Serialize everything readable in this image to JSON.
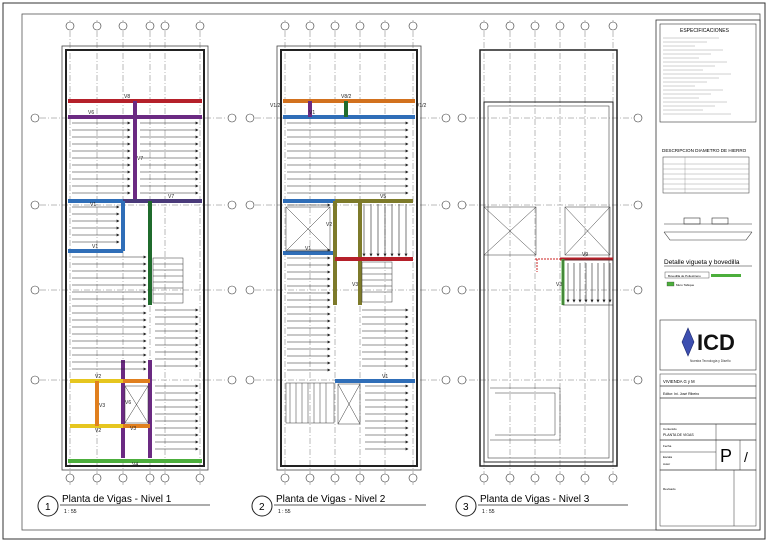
{
  "plans": [
    {
      "number": "1",
      "title": "Planta de Vigas - Nivel 1",
      "scale": "1 : 55"
    },
    {
      "number": "2",
      "title": "Planta de Vigas - Nivel 2",
      "scale": "1 : 55"
    },
    {
      "number": "3",
      "title": "Planta de Vigas - Nivel 3",
      "scale": "1 : 55"
    }
  ],
  "beam_labels": {
    "n1": [
      "V8",
      "V6",
      "V7",
      "V1",
      "V1",
      "V7",
      "V6",
      "V2",
      "V3",
      "V3",
      "V2",
      "V4"
    ],
    "n2": [
      "V8/2",
      "V1/2",
      "V1/2",
      "V1",
      "V1",
      "V5",
      "V2",
      "V3",
      "V1"
    ],
    "n3": [
      "V9",
      "V3"
    ]
  },
  "panel": {
    "specs_title": "ESPECIFICACIONES",
    "diam_title": "DESCRIPCION DIAMETRO DE HIERRO",
    "detail_title": "Detalle vigueta y bovedilla",
    "legend": [
      "Bovedilla de Poliestireno",
      "Muro Tabique"
    ],
    "logo_text": "ICD",
    "logo_tagline": "Nuestra Tecnología y Diseño",
    "project": "VIVIENDA G y M",
    "owner": "Editor: Ini. José Ribeiro",
    "drawing_label": "Contenido",
    "drawing_name": "PLANTA DE VIGAS",
    "sheet_code": "P",
    "sheet_number": "/",
    "date_label": "Fecha",
    "scale_label": "Escala",
    "author_label": "Autor",
    "check_label": "Revisado"
  },
  "colors": {
    "V8": "#b5202a",
    "V6": "#6b2a82",
    "V7": "#4a3a7a",
    "V1": "#2f6eb8",
    "V2": "#e6c61f",
    "V3": "#e07f1e",
    "V4": "#4cae3c",
    "V9": "#b5202a",
    "V5": "#7d7a2a",
    "V8b": "#d2711e",
    "green": "#1f6b2c",
    "dashed": "#cc2020"
  }
}
